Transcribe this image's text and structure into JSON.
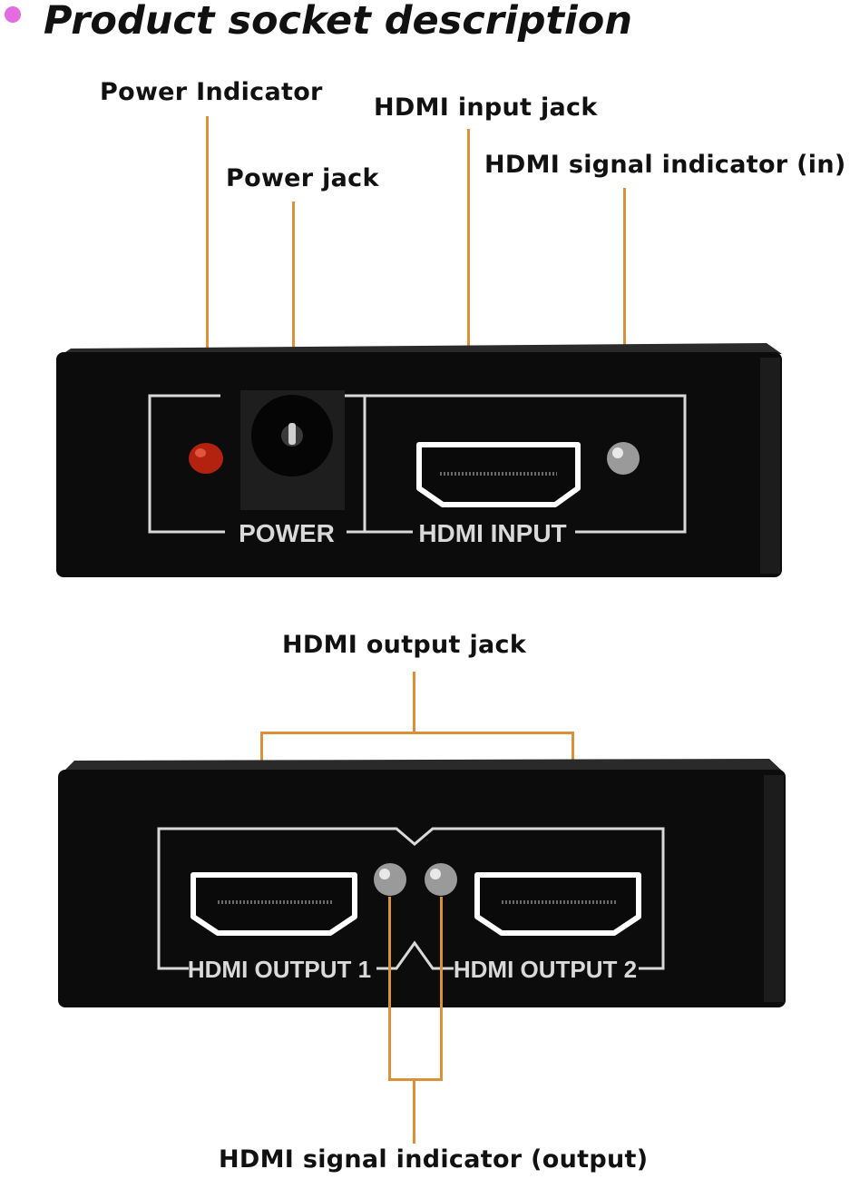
{
  "title": "Product socket description",
  "colors": {
    "bullet": "#e36ce0",
    "leader": "#d9923a",
    "housing": "#0c0c0c",
    "housing_top": "#2a2a2a",
    "panel_line": "#d9d9d9",
    "power_led": "#b3210f",
    "signal_led": "#9a9a9a"
  },
  "labels": {
    "power_indicator": "Power Indicator",
    "power_jack": "Power jack",
    "hdmi_input_jack": "HDMI input jack",
    "hdmi_signal_in": "HDMI signal indicator (in)",
    "hdmi_output_jack": "HDMI output jack",
    "hdmi_signal_out": "HDMI signal indicator (output)"
  },
  "panel_text": {
    "power": "POWER",
    "hdmi_input": "HDMI INPUT",
    "hdmi_output_1": "HDMI OUTPUT 1",
    "hdmi_output_2": "HDMI OUTPUT 2"
  }
}
